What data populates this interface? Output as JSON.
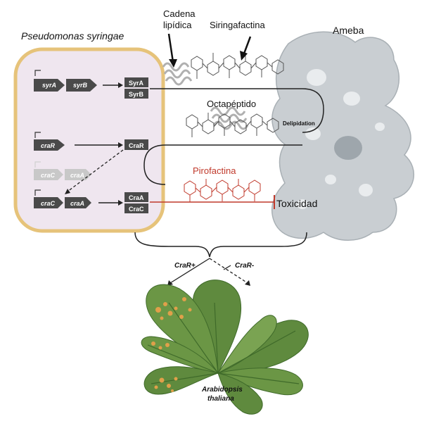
{
  "labels": {
    "organism": "Pseudomonas syringae",
    "lipid_chain": [
      "Cadena",
      "lipídica"
    ],
    "syringafactin": "Siringafactina",
    "amoeba": "Ameba",
    "octapeptide": "Octapéptido",
    "delipidation": "Delipidation",
    "pyrofactin": "Pirofactina",
    "toxicity": "Toxicidad",
    "crar_plus": "CraR+",
    "crar_minus": "CraR-",
    "plant": [
      "Arabidopsis",
      "thaliana"
    ]
  },
  "genes": {
    "syrA": "syrA",
    "syrB": "syrB",
    "craR": "craR",
    "craC_faded": "craC",
    "craA_faded": "craA",
    "craC": "craC",
    "craA": "craA"
  },
  "proteins": {
    "SyrA": "SyrA",
    "SyrB": "SyrB",
    "CraR": "CraR",
    "CraA": "CraA",
    "CraC": "CraC"
  },
  "colors": {
    "cell_fill": "#efe6ef",
    "cell_border": "#e6c37a",
    "gene": "#4a4a4a",
    "gene_faded": "#c8c8c8",
    "amoeba": "#c9ced2",
    "pyrofactin": "#c0392b",
    "leaf": "#5f8a3e",
    "lesion": "#e0a04a"
  }
}
